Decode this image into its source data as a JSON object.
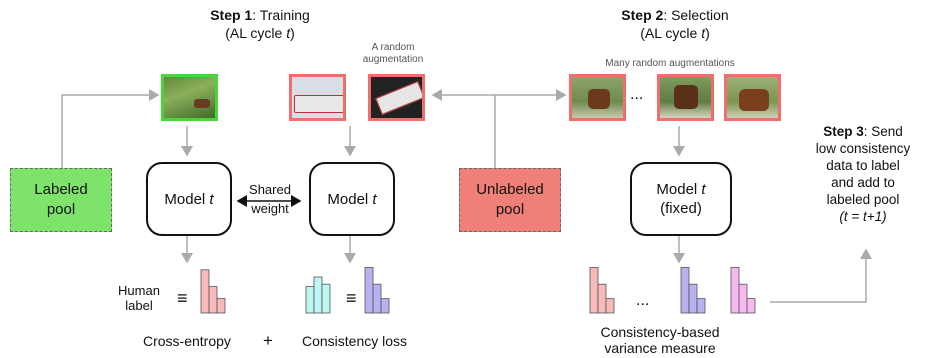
{
  "step1": {
    "bold": "Step 1",
    "rest": ": Training",
    "line2_pre": "(AL cycle ",
    "line2_var": "t",
    "line2_post": ")"
  },
  "step2": {
    "bold": "Step 2",
    "rest": ": Selection",
    "line2_pre": "(AL cycle ",
    "line2_var": "t",
    "line2_post": ")"
  },
  "step3": {
    "bold": "Step 3",
    "rest": ": Send",
    "lines": [
      "low consistency",
      "data to label",
      "and add to",
      "labeled pool"
    ],
    "formula": "(t = t+1)"
  },
  "labeled_pool": {
    "line1": "Labeled",
    "line2": "pool",
    "fill": "#7ee36a"
  },
  "unlabeled_pool": {
    "line1": "Unlabeled",
    "line2": "pool",
    "fill": "#f07f7a"
  },
  "model_left": {
    "text": "Model ",
    "var": "t"
  },
  "model_right": {
    "text": "Model ",
    "var": "t"
  },
  "model_fixed": {
    "text": "Model ",
    "var": "t",
    "sub": "(fixed)"
  },
  "shared_weight": {
    "line1": "Shared",
    "line2": "weight"
  },
  "random_aug": {
    "line1": "A random",
    "line2": "augmentation"
  },
  "many_aug": "Many random augmentations",
  "ellipsis": "...",
  "human_label": {
    "line1": "Human",
    "line2": "label"
  },
  "equiv": "≡",
  "plus": "+",
  "cross_entropy": "Cross-entropy",
  "consistency_loss": "Consistency loss",
  "variance": {
    "line1": "Consistency-based",
    "line2": "variance measure"
  },
  "colors": {
    "labeled_border": "#4cd43b",
    "unlabeled_border": "#ef6f6f",
    "hist_red": "#f7b9b9",
    "hist_cyan": "#bff5f5",
    "hist_purple": "#b9b2f0",
    "hist_magenta": "#f5b8f0",
    "arrow": "#aaaaaa"
  },
  "histograms": {
    "human": [
      0.9,
      0.55,
      0.3
    ],
    "aug_cyan": [
      0.55,
      0.75,
      0.6
    ],
    "pred_purple": [
      0.95,
      0.6,
      0.3
    ],
    "var_red": [
      0.95,
      0.6,
      0.3
    ],
    "var_purple": [
      0.95,
      0.6,
      0.3
    ],
    "var_magenta": [
      0.95,
      0.6,
      0.3
    ]
  }
}
